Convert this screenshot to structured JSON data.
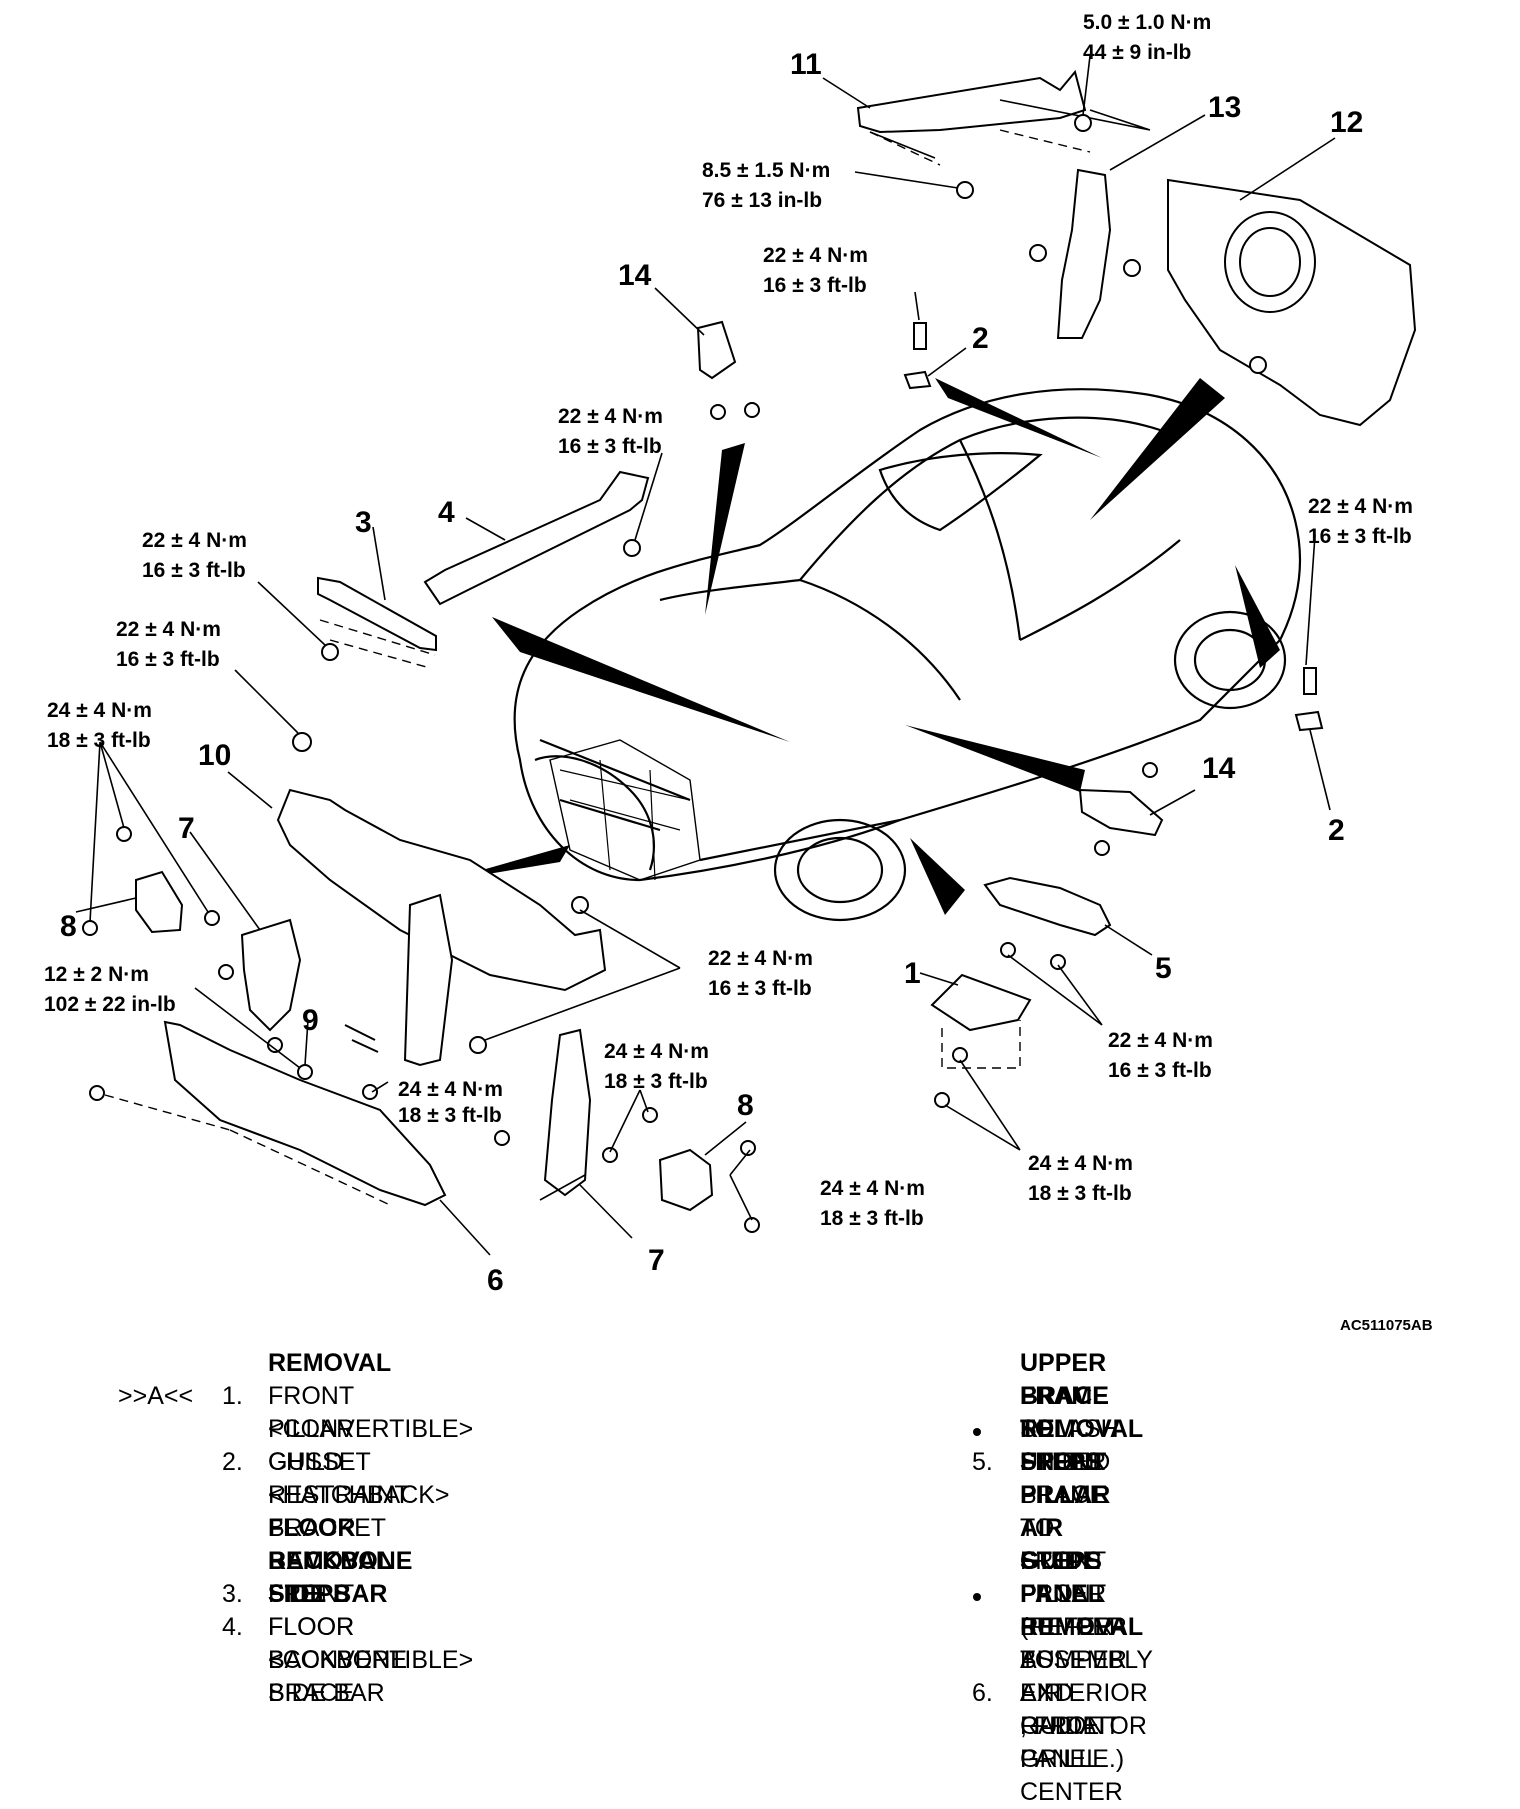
{
  "diagram": {
    "part_numbers": {
      "n11": "11",
      "n13": "13",
      "n12": "12",
      "n14a": "14",
      "n2a": "2",
      "n3": "3",
      "n4": "4",
      "n10": "10",
      "n7a": "7",
      "n8a": "8",
      "n9": "9",
      "n6": "6",
      "n7b": "7",
      "n8b": "8",
      "n1": "1",
      "n5": "5",
      "n14b": "14",
      "n2b": "2"
    },
    "torques": {
      "t11_top": [
        "5.0 ± 1.0 N·m",
        "44 ± 9 in-lb"
      ],
      "t11_bolt": [
        "8.5 ± 1.5 N·m",
        "76 ± 13 in-lb"
      ],
      "t2_top": [
        "22 ± 4 N·m",
        "16 ± 3 ft-lb"
      ],
      "t4": [
        "22 ± 4 N·m",
        "16 ± 3 ft-lb"
      ],
      "t3": [
        "22 ± 4 N·m",
        "16 ± 3 ft-lb"
      ],
      "t10_top": [
        "22 ± 4 N·m",
        "16 ± 3 ft-lb"
      ],
      "t8_left": [
        "24 ± 4 N·m",
        "18 ± 3 ft-lb"
      ],
      "t6": [
        "12 ± 2 N·m",
        "102 ± 22 in-lb"
      ],
      "t10_right": [
        "22 ± 4 N·m",
        "16 ± 3 ft-lb"
      ],
      "t9": [
        "24 ± 4 N·m",
        "18 ± 3 ft-lb"
      ],
      "t8_mid": [
        "24 ± 4 N·m",
        "18 ± 3 ft-lb"
      ],
      "t8_right": [
        "24 ± 4 N·m",
        "18 ± 3 ft-lb"
      ],
      "t2_right": [
        "22 ± 4 N·m",
        "16 ± 3 ft-lb"
      ],
      "t5": [
        "22 ± 4 N·m",
        "16 ± 3 ft-lb"
      ],
      "t1": [
        "24 ± 4 N·m",
        "18 ± 3 ft-lb"
      ]
    },
    "figure_code": "AC511075AB"
  },
  "legend": {
    "left": {
      "heading": "REMOVAL",
      "marker": ">>A<<",
      "rows": [
        {
          "num": "1.",
          "text": "FRONT PILLAR GUSSET"
        },
        {
          "num": "",
          "text": "<CONVERTIBLE>"
        },
        {
          "num": "2.",
          "text": "CHILD RESTRAINT BRACKET"
        },
        {
          "num": "",
          "text": "<HATCHBACK>"
        }
      ],
      "subheading": [
        "FLOOR BACKBONE SIDE BAR",
        "REMOVAL STEPS"
      ],
      "rows2": [
        {
          "num": "3.",
          "text": "FRONT FLOOR BACKBONE BRACE"
        },
        {
          "num": "4.",
          "text": "FLOOR BACKBONE SIDE BAR"
        },
        {
          "num": "",
          "text": "<CONVERTIBLE>"
        }
      ]
    },
    "right": {
      "heading": [
        "UPPER FRAME TO FRONT PILLAR",
        "BRACE REMOVAL STEPS"
      ],
      "rows": [
        {
          "bullet": true,
          "num": "",
          "text": "SPLASH SHIELD"
        },
        {
          "bullet": false,
          "num": "5.",
          "text": "UPPER FRAME TO FRONT PILLAR"
        },
        {
          "bullet": false,
          "num": "",
          "text": "BRACE"
        }
      ],
      "subheading": [
        "AIR GUIDE PANEL REMOVAL",
        "STEPS"
      ],
      "rows2": [
        {
          "bullet": true,
          "num": "",
          "text": "FRONT BUMPER ASSEMBLY"
        },
        {
          "bullet": false,
          "num": "",
          "text": "(REFER TO EXTERIOR , FRONT"
        },
        {
          "bullet": false,
          "num": "",
          "text": "BUMPER AND RADIATOR GRILLE.)"
        },
        {
          "bullet": false,
          "num": "6.",
          "text": "AIR GUIDE PANEL CENTER"
        }
      ]
    }
  }
}
